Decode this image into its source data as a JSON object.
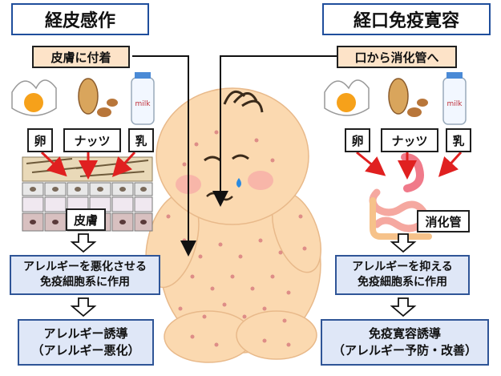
{
  "left": {
    "title": "経皮感作",
    "caption": "皮膚に付着",
    "foods": [
      "卵",
      "ナッツ",
      "乳"
    ],
    "organ": "皮膚",
    "mechanism": [
      "アレルギーを悪化させる",
      "免疫細胞系に作用"
    ],
    "result": [
      "アレルギー誘導",
      "（アレルギー悪化）"
    ]
  },
  "right": {
    "title": "経口免疫寛容",
    "caption": "口から消化管へ",
    "foods": [
      "卵",
      "ナッツ",
      "乳"
    ],
    "organ": "消化管",
    "mechanism": [
      "アレルギーを抑える",
      "免疫細胞系に作用"
    ],
    "result": [
      "免疫寛容誘導",
      "（アレルギー予防・改善）"
    ]
  },
  "milk_label": "milk",
  "colors": {
    "title_border": "#1f4e9c",
    "caption_fill": "#fde3c8",
    "box_fill": "#dfe7f7",
    "box_border": "#2f5597",
    "arrow_red": "#e02020",
    "baby_skin": "#fbd9b0"
  }
}
